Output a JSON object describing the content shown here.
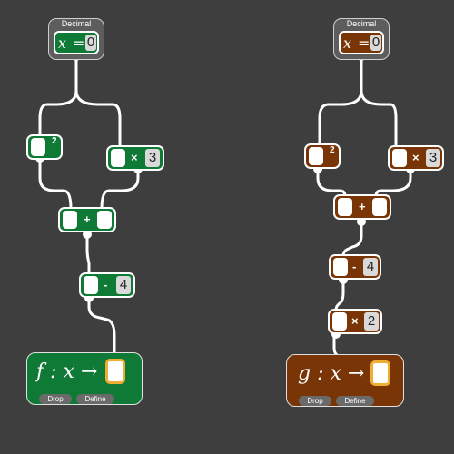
{
  "colors": {
    "background": "#3e3e3e",
    "green": "#0e7a36",
    "brown": "#7a3506",
    "output_slot_border": "#f0ad33"
  },
  "left_flow": {
    "source": {
      "caption": "Decimal",
      "variable": "x",
      "equals": "=",
      "value": "0"
    },
    "square_node": {
      "exponent": "2"
    },
    "times_node": {
      "op": "×",
      "value": "3"
    },
    "plus_node": {
      "op": "+"
    },
    "minus_node": {
      "op": "-",
      "value": "4"
    },
    "function": {
      "name": "f : x →",
      "drop_label": "Drop",
      "define_label": "Define"
    }
  },
  "right_flow": {
    "source": {
      "caption": "Decimal",
      "variable": "x",
      "equals": "=",
      "value": "0"
    },
    "square_node": {
      "exponent": "2"
    },
    "times_node": {
      "op": "×",
      "value": "3"
    },
    "plus_node": {
      "op": "+"
    },
    "minus_node": {
      "op": "-",
      "value": "4"
    },
    "times2_node": {
      "op": "×",
      "value": "2"
    },
    "function": {
      "name": "g : x →",
      "drop_label": "Drop",
      "define_label": "Define"
    }
  }
}
